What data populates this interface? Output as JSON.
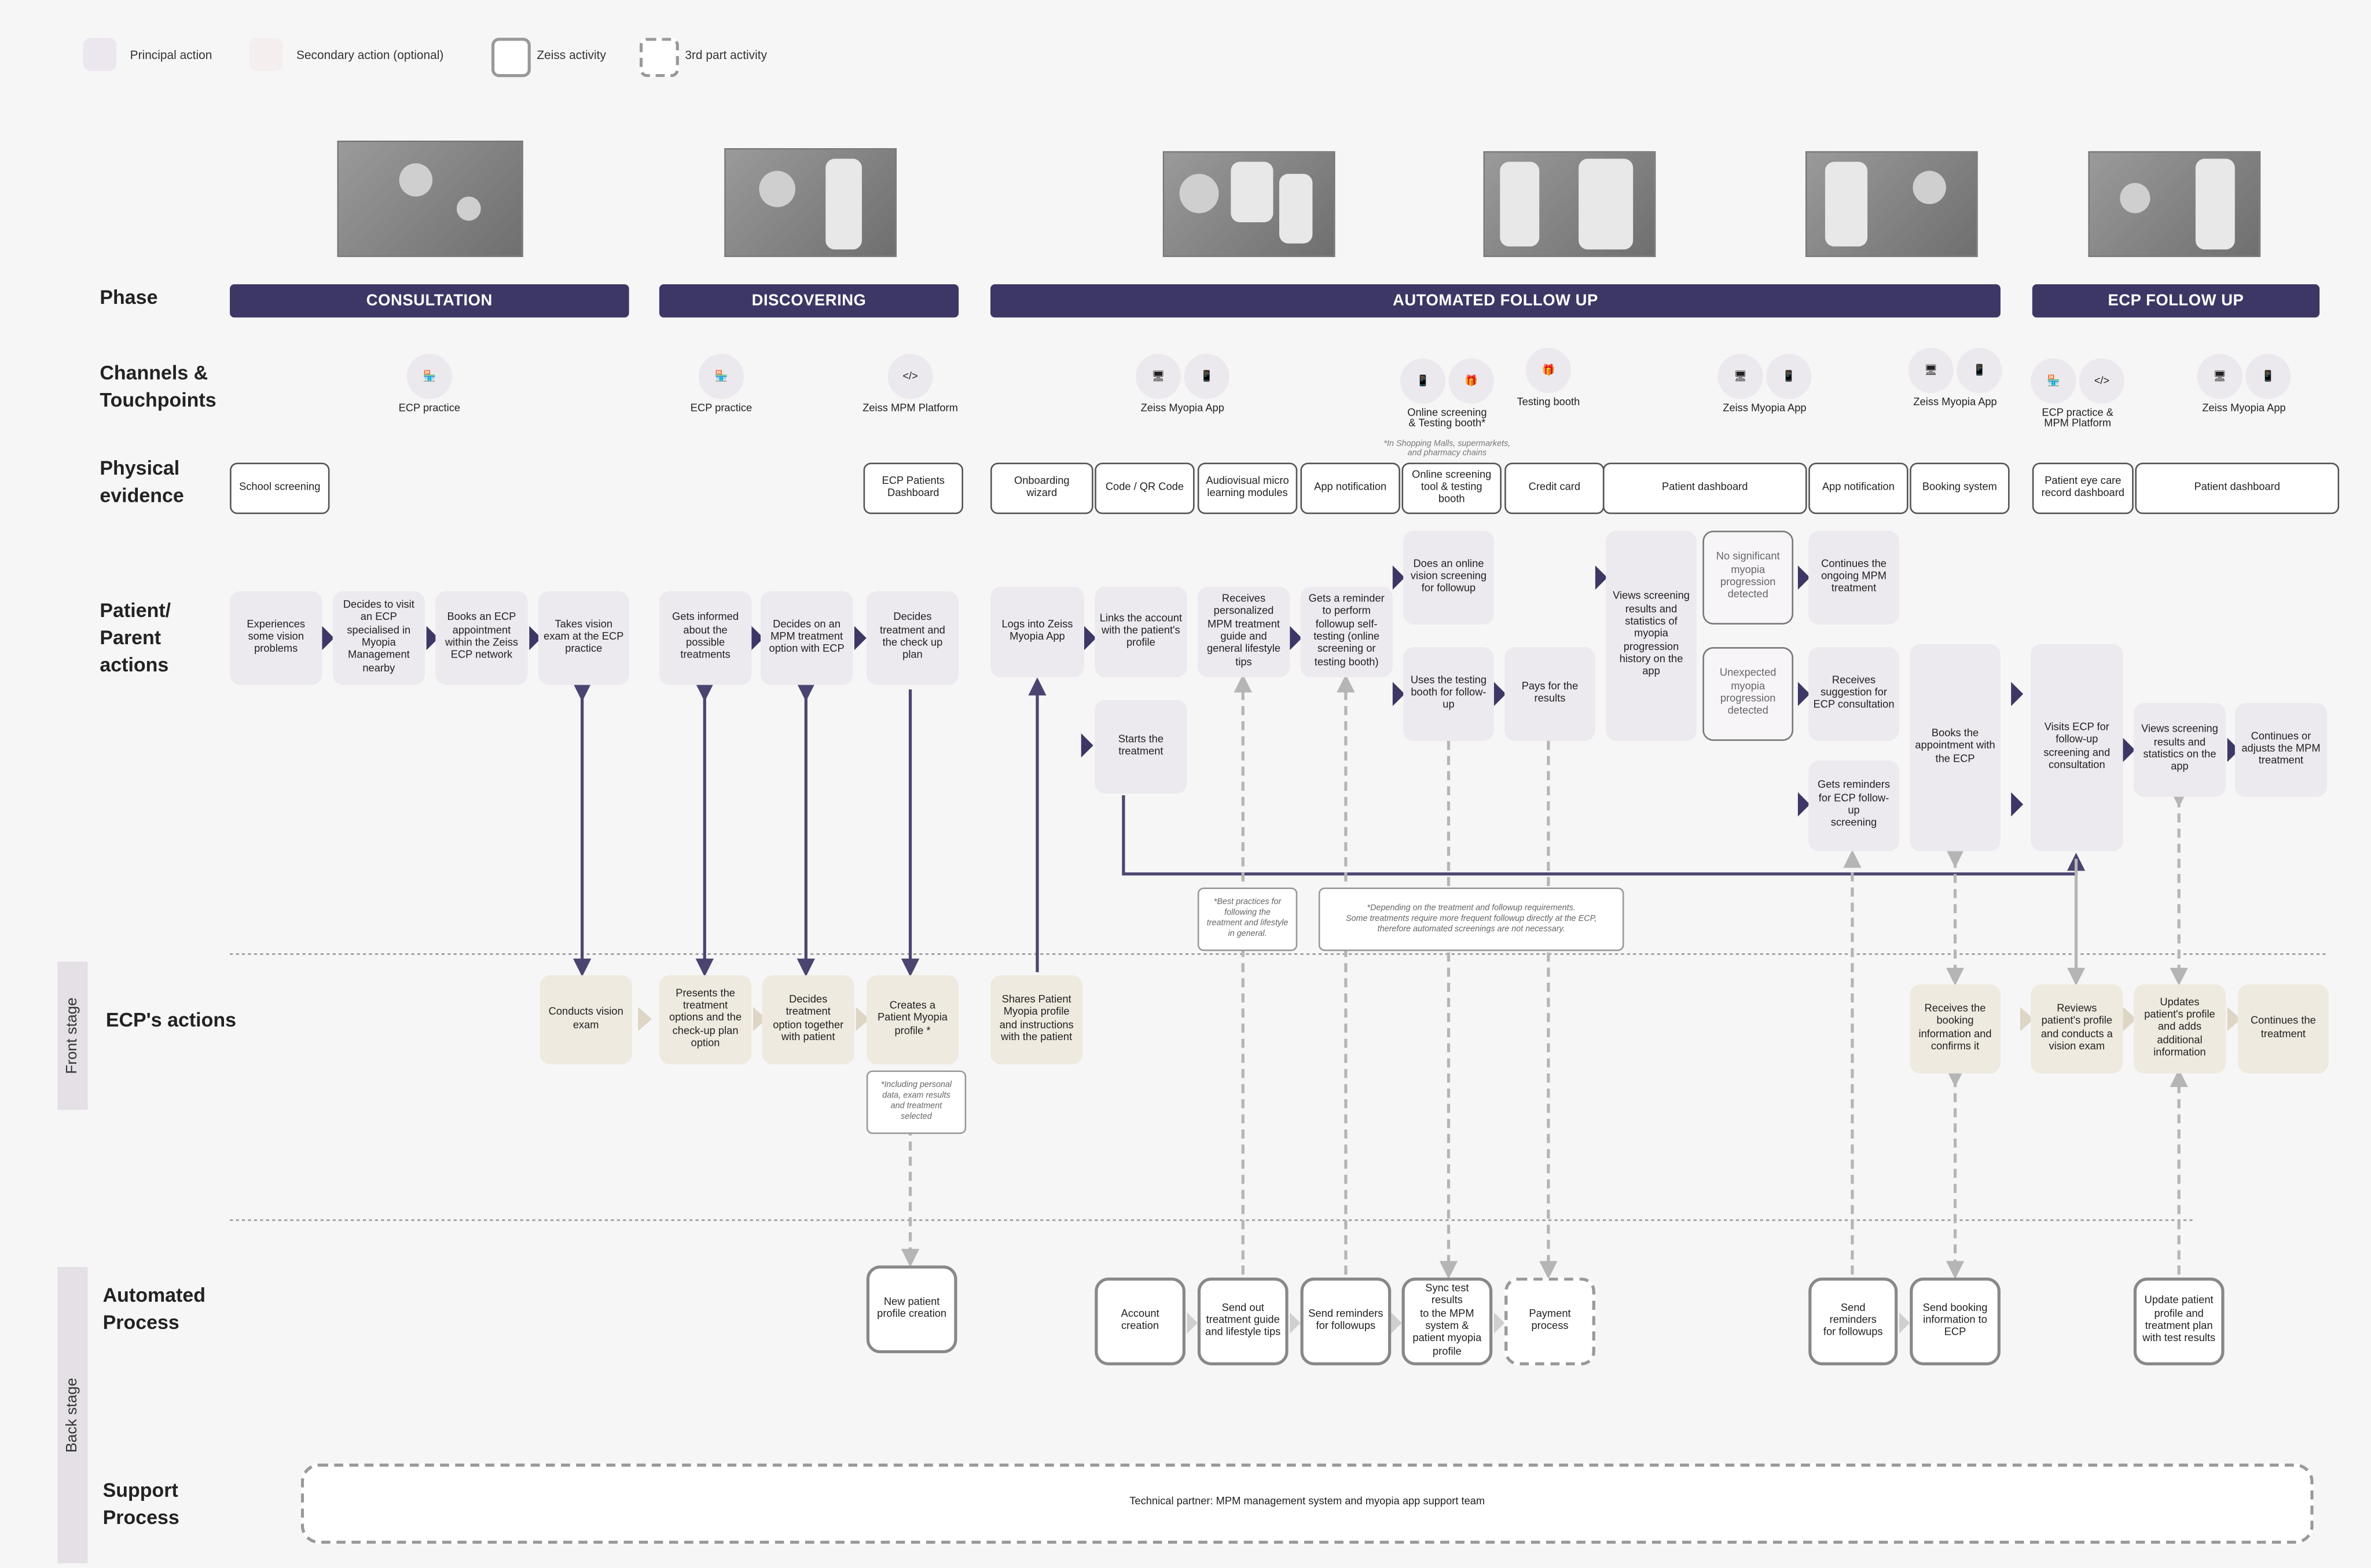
{
  "legend": {
    "principal": "Principal action",
    "secondary": "Secondary action (optional)",
    "zeiss": "Zeiss activity",
    "third": "3rd part activity"
  },
  "sections": {
    "phase": "Phase",
    "channels": "Channels &\nTouchpoints",
    "physical": "Physical\nevidence",
    "patient": "Patient/\nParent\nactions",
    "ecp": "ECP's actions",
    "automated": "Automated\nProcess",
    "support": "Support\nProcess"
  },
  "stages": {
    "front": "Front stage",
    "back": "Back stage"
  },
  "phases": [
    "CONSULTATION",
    "DISCOVERING",
    "AUTOMATED FOLLOW UP",
    "ECP FOLLOW UP"
  ],
  "channels": [
    {
      "label": "ECP practice",
      "icons": [
        "store-icon"
      ]
    },
    {
      "label": "ECP practice",
      "icons": [
        "store-icon"
      ]
    },
    {
      "label": "Zeiss MPM Platform",
      "icons": [
        "monitor-code-icon"
      ]
    },
    {
      "label": "Zeiss Myopia App",
      "icons": [
        "monitor-eye-icon",
        "phone-eye-icon"
      ]
    },
    {
      "label": "Online screening\n& Testing booth*",
      "icons": [
        "phone-eye-icon",
        "booth-icon"
      ],
      "note": "*In Shopping Malls, supermarkets,\nand pharmacy chains"
    },
    {
      "label": "Testing booth",
      "icons": [
        "booth-icon"
      ]
    },
    {
      "label": "Zeiss Myopia App",
      "icons": [
        "monitor-eye-icon",
        "phone-eye-icon"
      ]
    },
    {
      "label": "Zeiss Myopia App",
      "icons": [
        "monitor-eye-icon",
        "phone-eye-icon"
      ]
    },
    {
      "label": "ECP practice &\nMPM Platform",
      "icons": [
        "store-icon",
        "monitor-code-icon"
      ]
    },
    {
      "label": "Zeiss Myopia App",
      "icons": [
        "monitor-eye-icon",
        "phone-eye-icon"
      ]
    }
  ],
  "physical_evidence": [
    "School screening",
    "ECP Patients\nDashboard",
    "Onboarding\nwizard",
    "Code / QR Code",
    "Audiovisual micro\nlearning modules",
    "App notification",
    "Online screening\ntool & testing\nbooth",
    "Credit card",
    "Patient dashboard",
    "App notification",
    "Booking system",
    "Patient eye care\nrecord dashboard",
    "Patient dashboard"
  ],
  "patient_actions": [
    "Experiences\nsome vision\nproblems",
    "Decides to visit\nan ECP\nspecialised in\nMyopia\nManagement\nnearby",
    "Books an ECP\nappointment\nwithin the Zeiss\nECP network",
    "Takes vision\nexam at the ECP\npractice",
    "Gets informed\nabout the\npossible\ntreatments",
    "Decides on an\nMPM treatment\noption with ECP",
    "Decides\ntreatment  and\nthe check up\nplan",
    "Logs into Zeiss\nMyopia App",
    "Links the account\nwith the patient's\nprofile",
    "Starts the\ntreatment",
    "Receives\npersonalized\nMPM treatment\nguide and\ngeneral lifestyle\ntips",
    "Gets a reminder\nto perform\nfollowup self-\ntesting (online\nscreening or\ntesting booth)",
    "Does an online\nvision screening\nfor followup",
    "Uses the testing\nbooth for follow-\nup",
    "Pays for the\nresults",
    "Views screening\nresults and\nstatistics of\nmyopia\nprogression\nhistory on the\napp",
    "No significant\nmyopia\nprogression\ndetected",
    "Unexpected\nmyopia\nprogression\ndetected",
    "Continues the\nongoing MPM\ntreatment",
    "Receives\nsuggestion for\nECP consultation",
    "Gets reminders\nfor ECP follow-up\nscreening",
    "Books the\nappointment with\nthe ECP",
    "Visits ECP for\nfollow-up\nscreening and\nconsultation",
    "Views screening\nresults and\nstatistics on the\napp",
    "Continues or\nadjusts the MPM\ntreatment"
  ],
  "ecp_actions": [
    "Conducts vision\nexam",
    "Presents the\ntreatment\noptions and the\ncheck-up plan\noption",
    "Decides\ntreatment\noption together\nwith patient",
    "Creates a\nPatient Myopia\nprofile *",
    "Shares Patient\nMyopia profile\nand instructions\nwith the patient",
    "Receives the\nbooking\ninformation and\nconfirms it",
    "Reviews\npatient's profile\nand conducts a\nvision exam",
    "Updates\npatient's profile\nand adds\nadditional\ninformation",
    "Continues the\ntreatment"
  ],
  "notes": {
    "profile": "*Including personal\ndata, exam results\nand treatment\nselected",
    "best_practices": "*Best practices for\nfollowing the\ntreatment and lifestyle\nin general.",
    "followup": "*Depending on the treatment and followup requirements.\nSome treatments require more frequent followup directly at the ECP,\ntherefore automated screenings are not necessary."
  },
  "automated_process": [
    "New patient\nprofile creation",
    "Account\ncreation",
    "Send out\ntreatment guide\nand lifestyle tips",
    "Send reminders\nfor followups",
    "Sync test results\nto the MPM\nsystem &\npatient myopia\nprofile",
    "Payment\nprocess",
    "Send reminders\nfor followups",
    "Send booking\ninformation to\nECP",
    "Update patient\nprofile and\ntreatment plan\nwith test results"
  ],
  "support_process": "Technical partner: MPM management system and myopia app support team",
  "colors": {
    "phase": "#3c3764",
    "principal": "#ece9ef",
    "ecp": "#efeadf",
    "arrow": "#4a4570",
    "dashed": "#b5b5b5"
  }
}
